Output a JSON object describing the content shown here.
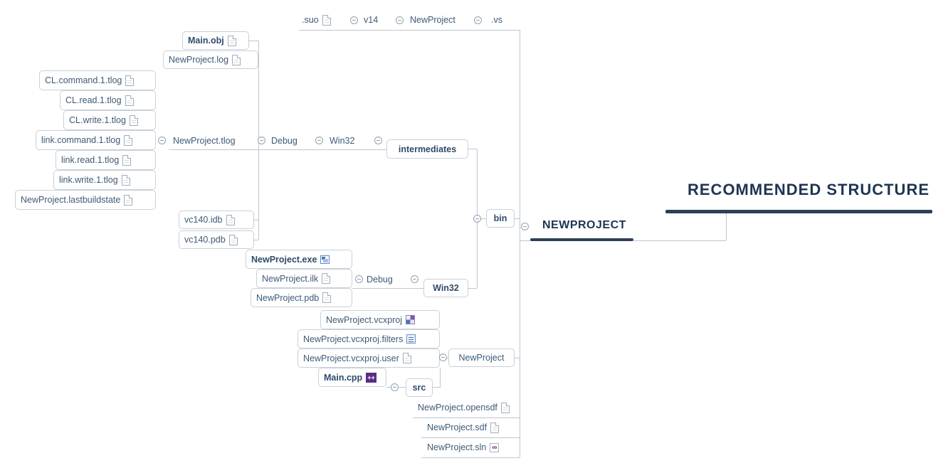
{
  "title": "RECOMMENDED STRUCTURE",
  "root_label": "NEWPROJECT",
  "accent_color": "#1e3553",
  "icons": {
    "file": "page",
    "exe": "application",
    "cpp": "cpp-source",
    "vcxproj": "vs-project",
    "filters": "filters",
    "sln": "vs-solution",
    "toggle": "collapse-minus"
  },
  "vs_branch": {
    "vs": ".vs",
    "newproject": "NewProject",
    "v14": "v14",
    "suo": ".suo"
  },
  "bin_branch": {
    "bin": "bin",
    "intermediates": "intermediates",
    "int_win32": "Win32",
    "int_debug": "Debug",
    "newproject_tlog": "NewProject.tlog",
    "tlog_files": [
      "CL.command.1.tlog",
      "CL.read.1.tlog",
      "CL.write.1.tlog",
      "link.command.1.tlog",
      "link.read.1.tlog",
      "link.write.1.tlog",
      "NewProject.lastbuildstate"
    ],
    "debug_out_files": {
      "main_obj": "Main.obj",
      "newproject_log": "NewProject.log",
      "vc140_idb": "vc140.idb",
      "vc140_pdb": "vc140.pdb"
    },
    "out_win32": "Win32",
    "out_debug": "Debug",
    "out_files": {
      "exe": "NewProject.exe",
      "ilk": "NewProject.ilk",
      "pdb": "NewProject.pdb"
    }
  },
  "project_branch": {
    "newproject": "NewProject",
    "vcxproj": "NewProject.vcxproj",
    "vcxproj_filters": "NewProject.vcxproj.filters",
    "vcxproj_user": "NewProject.vcxproj.user",
    "src": "src",
    "main_cpp": "Main.cpp"
  },
  "root_files": {
    "opensdf": "NewProject.opensdf",
    "sdf": "NewProject.sdf",
    "sln": "NewProject.sln"
  }
}
